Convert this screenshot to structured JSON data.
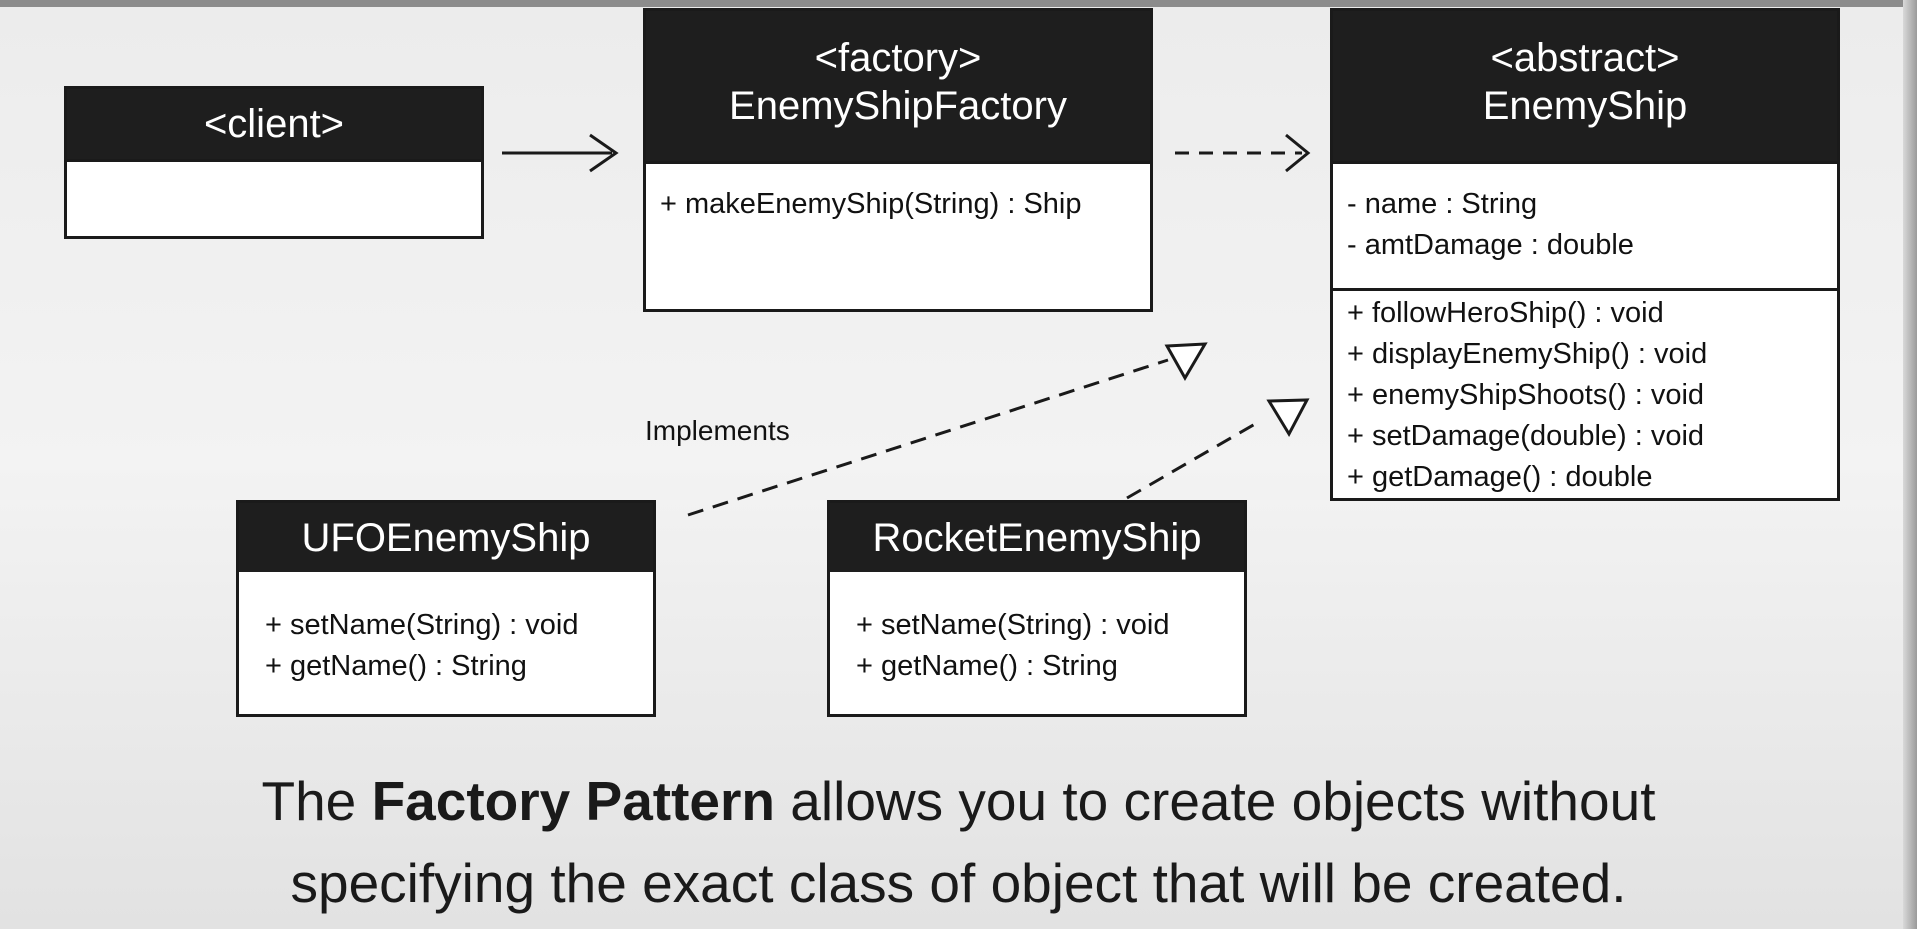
{
  "client": {
    "stereotype": "<client>"
  },
  "factory": {
    "stereotype": "<factory>",
    "name": "EnemyShipFactory",
    "methods": [
      "+ makeEnemyShip(String) : Ship"
    ]
  },
  "abstract": {
    "stereotype": "<abstract>",
    "name": "EnemyShip",
    "attributes": [
      "- name : String",
      "- amtDamage : double"
    ],
    "methods": [
      "+ followHeroShip() : void",
      "+ displayEnemyShip() : void",
      "+ enemyShipShoots() : void",
      "+ setDamage(double) : void",
      "+ getDamage() : double"
    ]
  },
  "ufo": {
    "name": "UFOEnemyShip",
    "methods": [
      "+ setName(String) : void",
      "+ getName() : String"
    ]
  },
  "rocket": {
    "name": "RocketEnemyShip",
    "methods": [
      "+ setName(String) : void",
      "+ getName() : String"
    ]
  },
  "implements_label": "Implements",
  "caption": {
    "line1_pre": "The ",
    "line1_bold": "Factory Pattern",
    "line1_post": " allows you to create objects without",
    "line2": "specifying the exact class of object that will be created."
  }
}
